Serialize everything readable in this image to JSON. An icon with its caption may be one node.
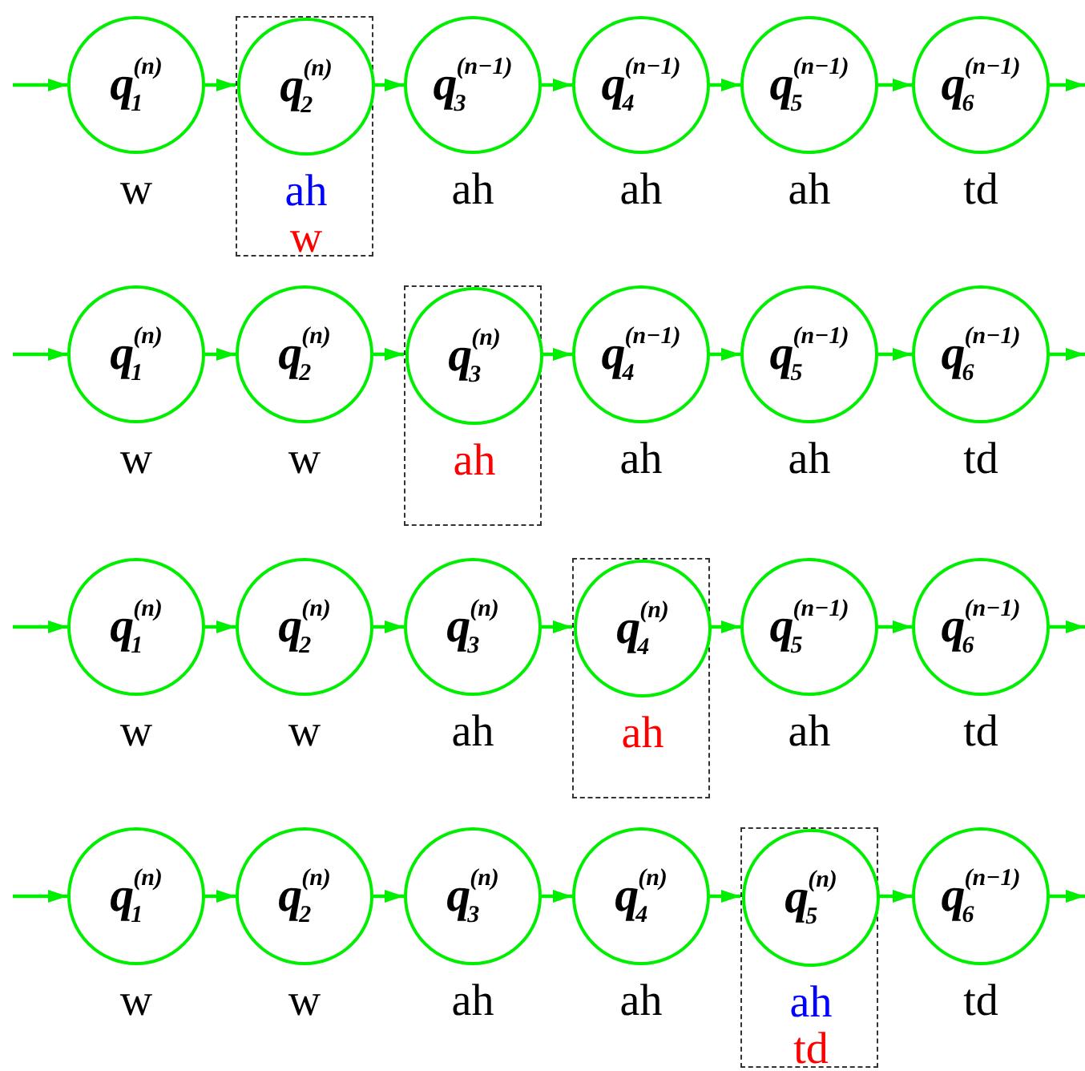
{
  "diagram": {
    "nodes": [
      {
        "text": [
          "q$_{1}$$^{(n)}$"
        ],
        "beside": [
          "w"
        ]
      },
      {
        "text": [],
        "shape": "box"
      },
      {
        "text": [
          "q$_{2}$$^{(n)}$"
        ],
        "beside": [
          "ah",
          "w"
        ],
        "in": 1
      },
      {
        "text": [
          "q$_{3}$$^{(n−1)}$"
        ],
        "beside": [
          "ah"
        ]
      },
      {
        "text": [
          "q$_{4}$$^{(n−1)}$"
        ],
        "beside": [
          "ah"
        ]
      },
      {
        "text": [
          "q$_{5}$$^{(n−1)}$"
        ],
        "beside": [
          "ah"
        ]
      },
      {
        "text": [
          "q$_{6}$$^{(n−1)}$"
        ],
        "beside": [
          "td"
        ]
      },
      {
        "text": [
          "q$_{1}$$^{(n)}$"
        ],
        "beside": [
          "w"
        ]
      },
      {
        "text": [
          "q$_{2}$$^{(n)}$"
        ],
        "beside": [
          "w"
        ]
      },
      {
        "text": [],
        "shape": "box"
      },
      {
        "text": [
          "q$_{3}$$^{(n)}$"
        ],
        "beside": [
          "ah"
        ],
        "in": 9
      },
      {
        "text": [
          "q$_{4}$$^{(n−1)}$"
        ],
        "beside": [
          "ah"
        ]
      },
      {
        "text": [
          "q$_{5}$$^{(n−1)}$"
        ],
        "beside": [
          "ah"
        ]
      },
      {
        "text": [
          "q$_{6}$$^{(n−1)}$"
        ],
        "beside": [
          "td"
        ]
      },
      {
        "text": [
          "q$_{1}$$^{(n)}$"
        ],
        "beside": [
          "w"
        ]
      },
      {
        "text": [
          "q$_{2}$$^{(n)}$"
        ],
        "beside": [
          "w"
        ]
      },
      {
        "text": [
          "q$_{3}$$^{(n)}$"
        ],
        "beside": [
          "ah"
        ]
      },
      {
        "text": [],
        "shape": "box"
      },
      {
        "text": [
          "q$_{4}$$^{(n)}$"
        ],
        "beside": [
          "ah"
        ],
        "in": 17
      },
      {
        "text": [
          "q$_{5}$$^{(n−1)}$"
        ],
        "beside": [
          "ah"
        ]
      },
      {
        "text": [
          "q$_{6}$$^{(n−1)}$"
        ],
        "beside": [
          "td"
        ]
      },
      {
        "text": [
          "q$_{1}$$^{(n)}$"
        ],
        "beside": [
          "w"
        ]
      },
      {
        "text": [
          "q$_{2}$$^{(n)}$"
        ],
        "beside": [
          "w"
        ]
      },
      {
        "text": [
          "q$_{3}$$^{(n)}$"
        ],
        "beside": [
          "ah"
        ]
      },
      {
        "text": [
          "q$_{4}$$^{(n)}$"
        ],
        "beside": [
          "ah"
        ]
      },
      {
        "text": [],
        "shape": "box"
      },
      {
        "text": [
          "q$_{5}$$^{(n)}$"
        ],
        "beside": [
          "ah",
          "td"
        ],
        "in": 25
      },
      {
        "text": [
          "q$_{6}$$^{(n−1)}$"
        ],
        "beside": [
          "td"
        ]
      }
    ],
    "edges": [
      {
        "from": null,
        "to": 0,
        "arrow": "to"
      },
      {
        "from": 0,
        "to": 2,
        "arrow": "to"
      },
      {
        "from": 2,
        "to": 3,
        "arrow": "to"
      },
      {
        "from": 3,
        "to": 4,
        "arrow": "to"
      },
      {
        "from": 4,
        "to": 5,
        "arrow": "to"
      },
      {
        "from": 5,
        "to": 6,
        "arrow": "to"
      },
      {
        "from": 6,
        "to": null,
        "arrow": "to"
      },
      {
        "from": null,
        "to": 7,
        "arrow": "to"
      },
      {
        "from": 7,
        "to": 8,
        "arrow": "to"
      },
      {
        "from": 8,
        "to": 10,
        "arrow": "to"
      },
      {
        "from": 10,
        "to": 11,
        "arrow": "to"
      },
      {
        "from": 11,
        "to": 12,
        "arrow": "to"
      },
      {
        "from": 12,
        "to": 13,
        "arrow": "to"
      },
      {
        "from": 13,
        "to": null,
        "arrow": "to"
      },
      {
        "from": null,
        "to": 14,
        "arrow": "to"
      },
      {
        "from": 14,
        "to": 15,
        "arrow": "to"
      },
      {
        "from": 15,
        "to": 16,
        "arrow": "to"
      },
      {
        "from": 16,
        "to": 18,
        "arrow": "to"
      },
      {
        "from": 18,
        "to": 19,
        "arrow": "to"
      },
      {
        "from": 19,
        "to": 20,
        "arrow": "to"
      },
      {
        "from": 20,
        "to": null,
        "arrow": "to"
      },
      {
        "from": null,
        "to": 21,
        "arrow": "to"
      },
      {
        "from": 21,
        "to": 22,
        "arrow": "to"
      },
      {
        "from": 22,
        "to": 23,
        "arrow": "to"
      },
      {
        "from": 23,
        "to": 24,
        "arrow": "to"
      },
      {
        "from": 24,
        "to": 26,
        "arrow": "to"
      },
      {
        "from": 26,
        "to": 27,
        "arrow": "to"
      },
      {
        "from": 27,
        "to": null,
        "arrow": "to"
      }
    ]
  }
}
